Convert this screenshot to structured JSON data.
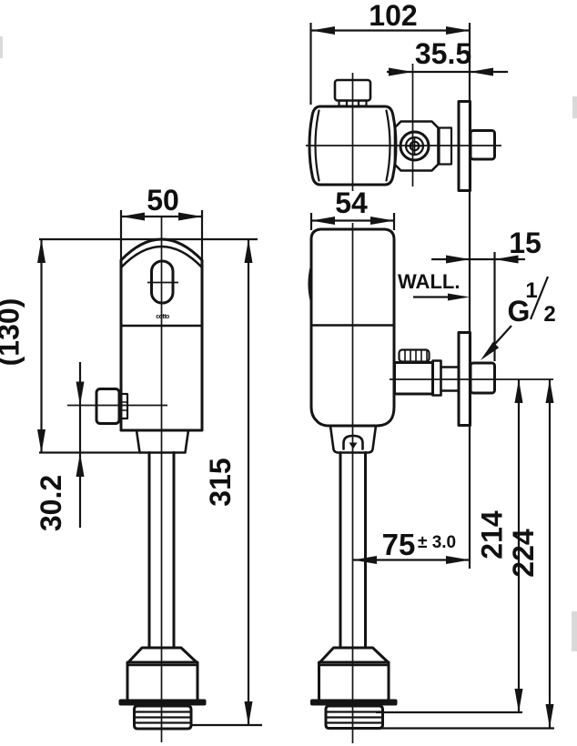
{
  "page": {
    "background": "#ffffff",
    "line_color": "#141414"
  },
  "drawing": {
    "brand_mark": "cotto",
    "wall_label": "WALL.",
    "thread_spec": {
      "letter": "G",
      "numerator": "1",
      "denominator": "2"
    },
    "dims": {
      "top_overall_depth": "102",
      "inlet_axis_to_wall": "35.5",
      "front_body_width": "50",
      "side_body_width": "54",
      "thread_projection": "15",
      "body_height_ref": "(130)",
      "inlet_to_body_bottom": "30.2",
      "overall_height": "315",
      "outlet_axis_to_wall_value": "75",
      "outlet_axis_to_wall_tol": "± 3.0",
      "inlet_axis_to_thread_start": "214",
      "inlet_axis_to_thread_end": "224"
    }
  }
}
